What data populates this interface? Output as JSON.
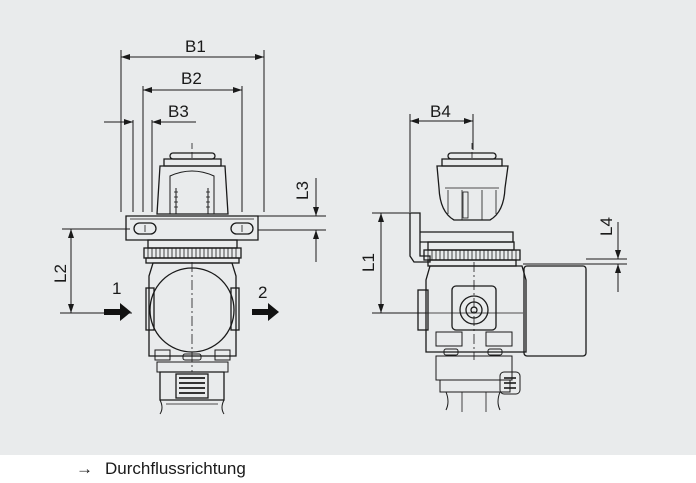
{
  "dimensions": {
    "b1": "B1",
    "b2": "B2",
    "b3": "B3",
    "b4": "B4",
    "l1": "L1",
    "l2": "L2",
    "l3": "L3",
    "l4": "L4"
  },
  "ports": {
    "inlet": "1",
    "outlet": "2"
  },
  "legend": {
    "arrow_glyph": "→",
    "label": "Durchflussrichtung"
  },
  "colors": {
    "panel": "#e9ebec",
    "line": "#1a1a1a",
    "arrow": "#111111"
  }
}
